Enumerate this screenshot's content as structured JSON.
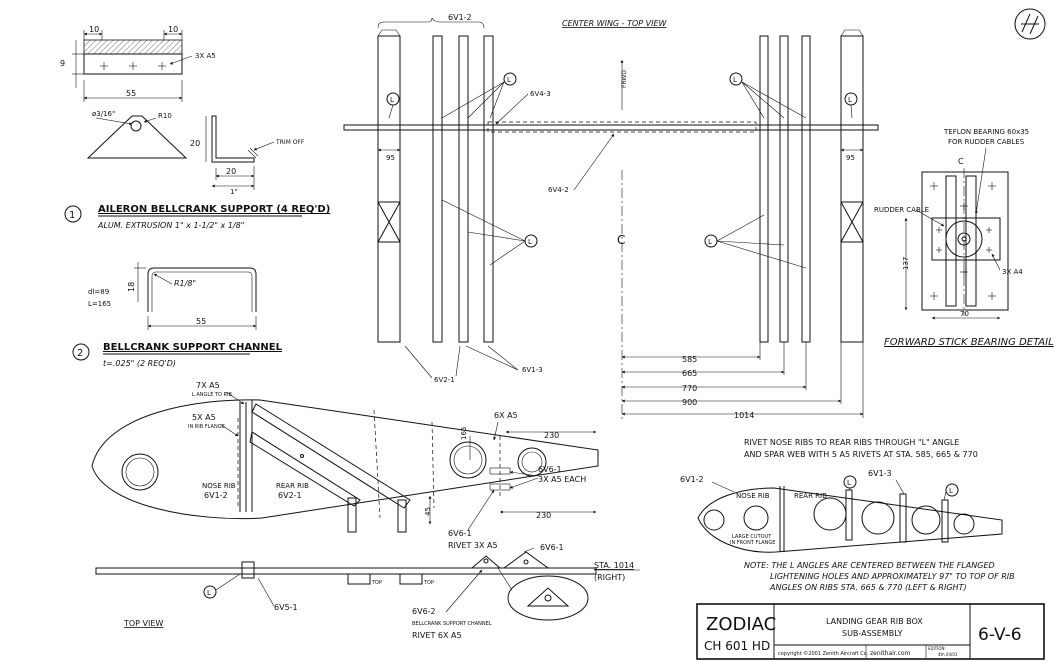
{
  "title_block": {
    "brand": "ZODIAC",
    "model": "CH 601 HD",
    "title_line1": "LANDING GEAR RIB BOX",
    "title_line2": "SUB-ASSEMBLY",
    "copyright": "copyright ©2001 Zenith Aircraft Co.",
    "site": "zenithair.com",
    "edition_label": "EDITION:",
    "edition": "4th 04/01",
    "sheet": "6-V-6"
  },
  "part1": {
    "number": "1",
    "title": "AILERON BELLCRANK SUPPORT (4 REQ'D)",
    "material": "ALUM. EXTRUSION 1\" x 1-1/2\" x 1/8\"",
    "dim_10a": "10",
    "dim_10b": "10",
    "dim_9": "9",
    "dim_55": "55",
    "rivets": "3X A5",
    "hole": "ø3/16\"",
    "radius": "R10",
    "dim_20v": "20",
    "dim_20h": "20",
    "dim_1in": "1\"",
    "trim": "TRIM OFF"
  },
  "part2": {
    "number": "2",
    "title": "BELLCRANK SUPPORT CHANNEL",
    "thickness": "t=.025\" (2 REQ'D)",
    "dl": "dl=89",
    "l": "L=165",
    "dim_18": "18",
    "radius": "R1/8\"",
    "dim_55": "55"
  },
  "center_wing": {
    "title": "CENTER WING - TOP VIEW",
    "label_6v1_2": "6V1-2",
    "label_6v4_3": "6V4-3",
    "label_6v4_2": "6V4-2",
    "label_6v2_1": "6V2-1",
    "label_6v1_3": "6V1-3",
    "fwd": "FRWD",
    "dim_95a": "95",
    "dim_95b": "95",
    "l_marker": "L",
    "cl": "C",
    "dims": [
      "585",
      "665",
      "770",
      "900",
      "1014"
    ]
  },
  "bearing": {
    "title": "FORWARD STICK BEARING DETAIL",
    "teflon1": "TEFLON BEARING 60x35",
    "teflon2": "FOR RUDDER CABLES",
    "rudder_cable": "RUDDER CABLE",
    "rivets": "3X A4",
    "dim_137": "137",
    "dim_70": "70",
    "cl": "C"
  },
  "rib_view": {
    "rivets_top": "7X A5",
    "rivets_top_sub": "L ANGLE TO RIB",
    "rivets_5x": "5X A5",
    "rivets_5x_sub": "IN RIB FLANGE",
    "nose_rib": "NOSE RIB",
    "nose_rib_part": "6V1-2",
    "rear_rib": "REAR RIB",
    "rear_rib_part": "6V2-1",
    "rivets_6x": "6X A5",
    "dim_230a": "230",
    "dim_230b": "230",
    "dim_165": "165",
    "dim_45": "45",
    "part_6v6_1": "6V6-1",
    "each": "3X A5 EACH",
    "bottom_part": "6V6-1",
    "bottom_rivet": "RIVET 3X A5"
  },
  "top_view": {
    "label": "TOP VIEW",
    "part_6v5_1": "6V5-1",
    "part_6v6_1": "6V6-1",
    "part_6v6_2": "6V6-2",
    "channel": "BELLCRANK SUPPORT CHANNEL",
    "rivet": "RIVET 6X A5",
    "sta": "STA. 1014",
    "sta_side": "(RIGHT)",
    "l_marker": "L",
    "top_small": "TOP"
  },
  "nose_rib_note": {
    "line1": "RIVET NOSE RIBS TO REAR RIBS THROUGH \"L\" ANGLE",
    "line2": "AND SPAR WEB WITH 5 A5 RIVETS AT STA. 585, 665 & 770",
    "part_6v1_2": "6V1-2",
    "part_6v1_3": "6V1-3",
    "nose_rib": "NOSE RIB",
    "rear_rib": "REAR RIB",
    "cutout1": "LARGE CUTOUT",
    "cutout2": "IN FRONT FLANGE",
    "l_marker": "L"
  },
  "note": {
    "line1": "NOTE: THE L  ANGLES ARE CENTERED BETWEEN THE FLANGED",
    "line2": "LIGHTENING HOLES AND APPROXIMATELY 97\" TO TOP OF RIB",
    "line3": "ANGLES ON RIBS STA. 665 & 770 (LEFT & RIGHT)"
  }
}
